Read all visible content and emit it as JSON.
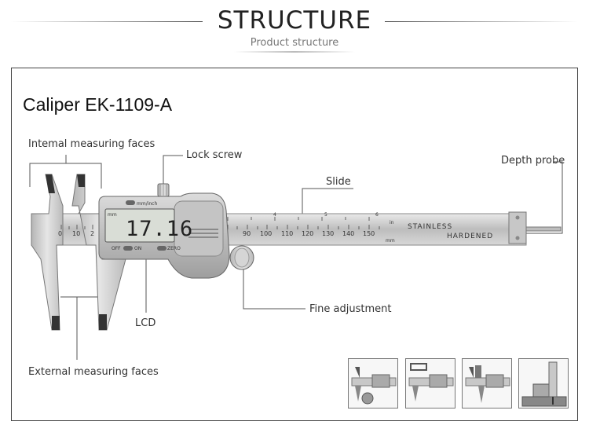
{
  "header": {
    "title": "STRUCTURE",
    "subtitle": "Product structure"
  },
  "product": {
    "model": "Caliper EK-1109-A"
  },
  "labels": {
    "internal_faces": "Intemal measuring faces",
    "lock_screw": "Lock screw",
    "slide": "Slide",
    "depth_probe": "Depth probe",
    "lcd": "LCD",
    "fine_adjustment": "Fine adjustment",
    "external_faces": "External measuring faces"
  },
  "caliper": {
    "display_value": "17.16",
    "unit_toggle": "mm/inch",
    "off": "OFF",
    "on": "ON",
    "zero": "ZERO",
    "mm_small": "mm",
    "stamp_line1": "STAINLESS",
    "stamp_line2": "HARDENED",
    "in_label": "in",
    "mm_label": "mm",
    "scale_left": [
      "0",
      "10",
      "2"
    ],
    "scale_right": [
      "90",
      "100",
      "110",
      "120",
      "130",
      "140",
      "150"
    ],
    "inch_marks": [
      "4",
      "5",
      "6"
    ]
  },
  "colors": {
    "steel": "#c9c9c9",
    "lcd_bg": "#d9ddd6",
    "frame_border": "#444444"
  }
}
